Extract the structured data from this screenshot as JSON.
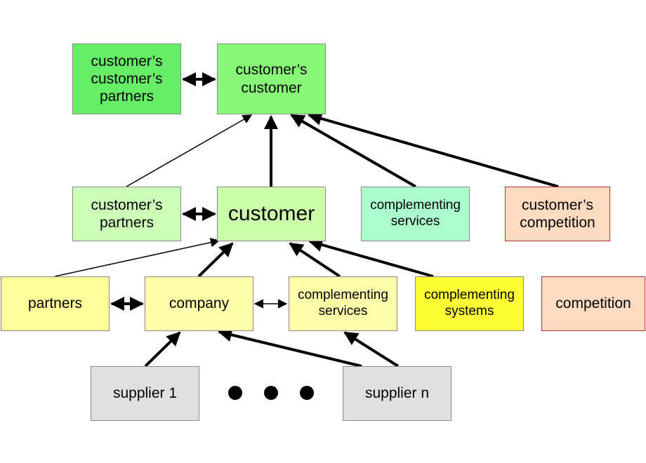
{
  "nodes": {
    "cc_partners": {
      "label": "customer’s\ncustomer’s\npartners",
      "fill": "#66ee66"
    },
    "cc": {
      "label": "customer’s\ncustomer",
      "fill": "#88f877"
    },
    "c_partners": {
      "label": "customer’s\npartners",
      "fill": "#ccffb8"
    },
    "customer": {
      "label": "customer",
      "fill": "#ccffaa"
    },
    "comp_services_top": {
      "label": "complementing\nservices",
      "fill": "#aaffcc"
    },
    "cust_competition": {
      "label": "customer’s\ncompetition",
      "fill": "#ffdcc0"
    },
    "partners": {
      "label": "partners",
      "fill": "#ffff99"
    },
    "company": {
      "label": "company",
      "fill": "#ffffaa"
    },
    "comp_services": {
      "label": "complementing\nservices",
      "fill": "#ffffaa"
    },
    "comp_systems": {
      "label": "complementing\nsystems",
      "fill": "#ffff33"
    },
    "competition": {
      "label": "competition",
      "fill": "#ffdcc0"
    },
    "supplier1": {
      "label": "supplier 1",
      "fill": "#e0e0e0"
    },
    "suppliern": {
      "label": "supplier n",
      "fill": "#e0e0e0"
    }
  },
  "edges": [
    {
      "from": "c_partners",
      "to": "cc",
      "weight": "thin",
      "direction": "forward"
    },
    {
      "from": "customer",
      "to": "cc",
      "weight": "thick",
      "direction": "forward"
    },
    {
      "from": "comp_services_top",
      "to": "cc",
      "weight": "thick",
      "direction": "forward"
    },
    {
      "from": "cust_competition",
      "to": "cc",
      "weight": "thick",
      "direction": "forward"
    },
    {
      "from": "cc_partners",
      "to": "cc",
      "weight": "thick",
      "direction": "both"
    },
    {
      "from": "c_partners",
      "to": "customer",
      "weight": "thick",
      "direction": "both"
    },
    {
      "from": "partners",
      "to": "customer",
      "weight": "thin",
      "direction": "forward"
    },
    {
      "from": "company",
      "to": "customer",
      "weight": "thick",
      "direction": "forward"
    },
    {
      "from": "comp_services",
      "to": "customer",
      "weight": "thick",
      "direction": "forward"
    },
    {
      "from": "comp_systems",
      "to": "customer",
      "weight": "thick",
      "direction": "forward"
    },
    {
      "from": "partners",
      "to": "company",
      "weight": "thick",
      "direction": "both"
    },
    {
      "from": "company",
      "to": "comp_services",
      "weight": "thin",
      "direction": "both"
    },
    {
      "from": "supplier1",
      "to": "company",
      "weight": "thick",
      "direction": "forward"
    },
    {
      "from": "suppliern",
      "to": "company",
      "weight": "thick",
      "direction": "forward"
    },
    {
      "from": "suppliern",
      "to": "comp_services",
      "weight": "thick",
      "direction": "forward"
    }
  ],
  "colors": {
    "line": "#000000",
    "border": "#8a8a8a"
  }
}
